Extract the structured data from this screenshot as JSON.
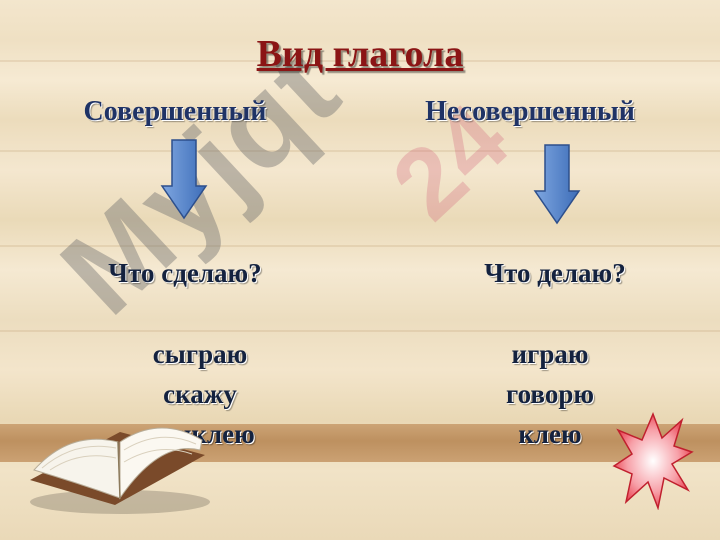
{
  "title": "Вид глагола",
  "perfective": {
    "heading": "Совершенный",
    "question": "Что сделаю?",
    "words": [
      "сыграю",
      "скажу",
      "приклею"
    ]
  },
  "imperfective": {
    "heading": "Несовершенный",
    "question": "Что делаю?",
    "words": [
      "играю",
      "говорю",
      "клею"
    ]
  },
  "watermark": "Myjqt 24",
  "colors": {
    "title": "#8b1515",
    "text": "#1f3366",
    "arrow": "#4f7fc6",
    "starburst": "#e83a4a",
    "background": "#f1e3c7"
  },
  "icons": [
    "down-arrow-icon",
    "open-book-icon",
    "starburst-icon"
  ]
}
